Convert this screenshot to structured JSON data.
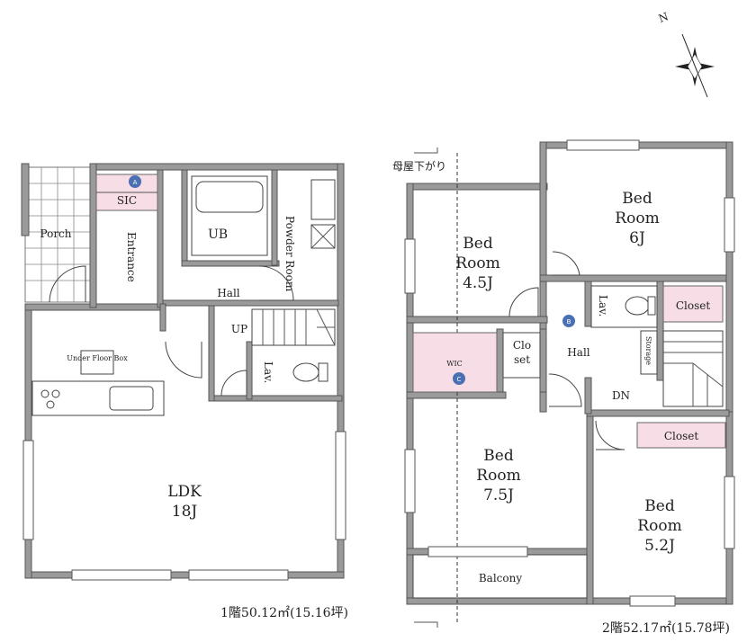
{
  "compass": {
    "north_label": "N"
  },
  "floor1": {
    "rooms": {
      "porch": "Porch",
      "sic": "SIC",
      "entrance": "Entrance",
      "ub": "UB",
      "powder_room": "Powder Room",
      "hall": "Hall",
      "up": "UP",
      "lav": "Lav.",
      "ldk": "LDK",
      "ldk_size": "18J",
      "under_floor_storage": "Under Floor Box"
    },
    "area": "1階50.12㎡(15.16坪)",
    "marker_a": "A"
  },
  "floor2": {
    "note": "母屋下がり",
    "rooms": {
      "bed1_name": "Bed",
      "bed1_name2": "Room",
      "bed1_size": "4.5J",
      "bed2_name": "Bed",
      "bed2_name2": "Room",
      "bed2_size": "6J",
      "lav": "Lav.",
      "closet1": "Closet",
      "wic": "WIC",
      "closet_a": "Clo",
      "closet_b": "set",
      "hall": "Hall",
      "storage": "Storage",
      "dn": "DN",
      "closet2": "Closet",
      "bed3_name": "Bed",
      "bed3_name2": "Room",
      "bed3_size": "7.5J",
      "bed4_name": "Bed",
      "bed4_name2": "Room",
      "bed4_size": "5.2J",
      "balcony": "Balcony"
    },
    "area": "2階52.17㎡(15.78坪)",
    "marker_b": "B",
    "marker_c": "C"
  }
}
